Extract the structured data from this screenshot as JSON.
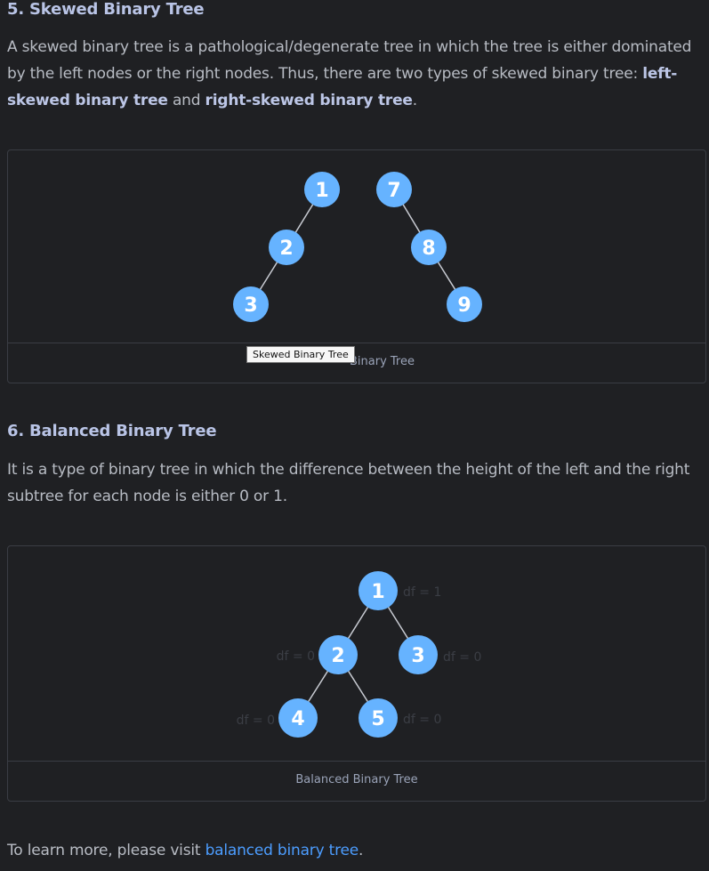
{
  "skewed": {
    "heading": "5. Skewed Binary Tree",
    "para_intro": "A skewed binary tree is a pathological/degenerate tree in which the tree is either dominated by the left nodes or the right nodes. Thus, there are two types of skewed binary tree: ",
    "para_bold1": "left-skewed binary tree",
    "para_and": " and ",
    "para_bold2": "right-skewed binary tree",
    "para_end": ".",
    "nodes": [
      "1",
      "2",
      "3",
      "7",
      "8",
      "9"
    ],
    "caption_visible": "Binary Tree",
    "tooltip": "Skewed Binary Tree"
  },
  "balanced": {
    "heading": "6. Balanced Binary Tree",
    "para": "It is a type of binary tree in which the difference between the height of the left and the right subtree for each node is either 0 or 1.",
    "nodes": [
      "1",
      "2",
      "3",
      "4",
      "5"
    ],
    "df_labels": [
      "df = 1",
      "df = 0",
      "df = 0",
      "df = 0",
      "df = 0"
    ],
    "caption": "Balanced Binary Tree"
  },
  "footer": {
    "prefix": "To learn more, please visit ",
    "link": "balanced binary tree",
    "suffix": "."
  },
  "colors": {
    "node": "#66b3ff",
    "link": "#4c9dff",
    "background": "#1f2023"
  }
}
